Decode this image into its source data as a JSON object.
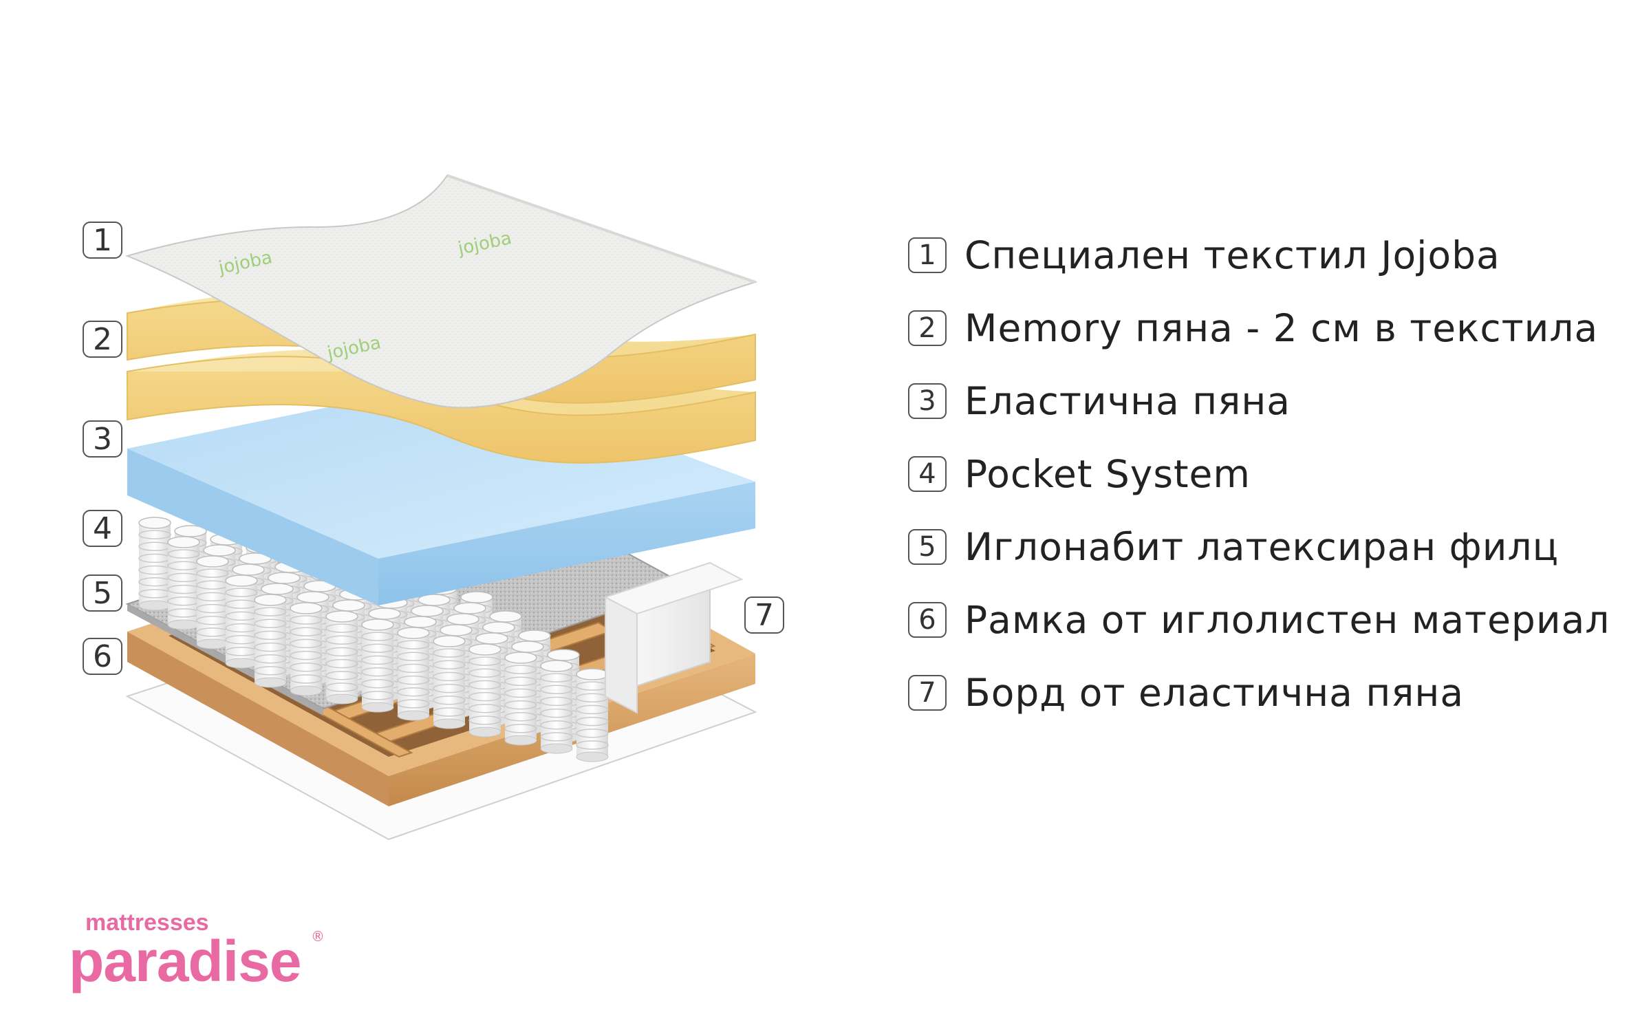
{
  "diagram": {
    "layers": [
      {
        "number": "1",
        "label": "Специален текстил Jojoba"
      },
      {
        "number": "2",
        "label": "Memory пяна - 2 см в текстила"
      },
      {
        "number": "3",
        "label": "Еластична пяна"
      },
      {
        "number": "4",
        "label": "Pocket System"
      },
      {
        "number": "5",
        "label": "Иглонабит латексиран филц"
      },
      {
        "number": "6",
        "label": "Рамка от иглолистен материал"
      },
      {
        "number": "7",
        "label": "Борд от еластична пяна"
      }
    ],
    "textile_print": "jojoba",
    "colors": {
      "textile": "#ececea",
      "memory_foam": "#f7e3a6",
      "elastic_foam": "#c6e4f7",
      "springs": "#f4f4f4",
      "felt": "#bcbcbc",
      "frame": "#d9a86a",
      "foam_board": "#f3f3f3",
      "accent_pink": "#e96aa3"
    }
  },
  "brand": {
    "line1": "mattresses",
    "line2": "paradise",
    "mark": "®"
  }
}
